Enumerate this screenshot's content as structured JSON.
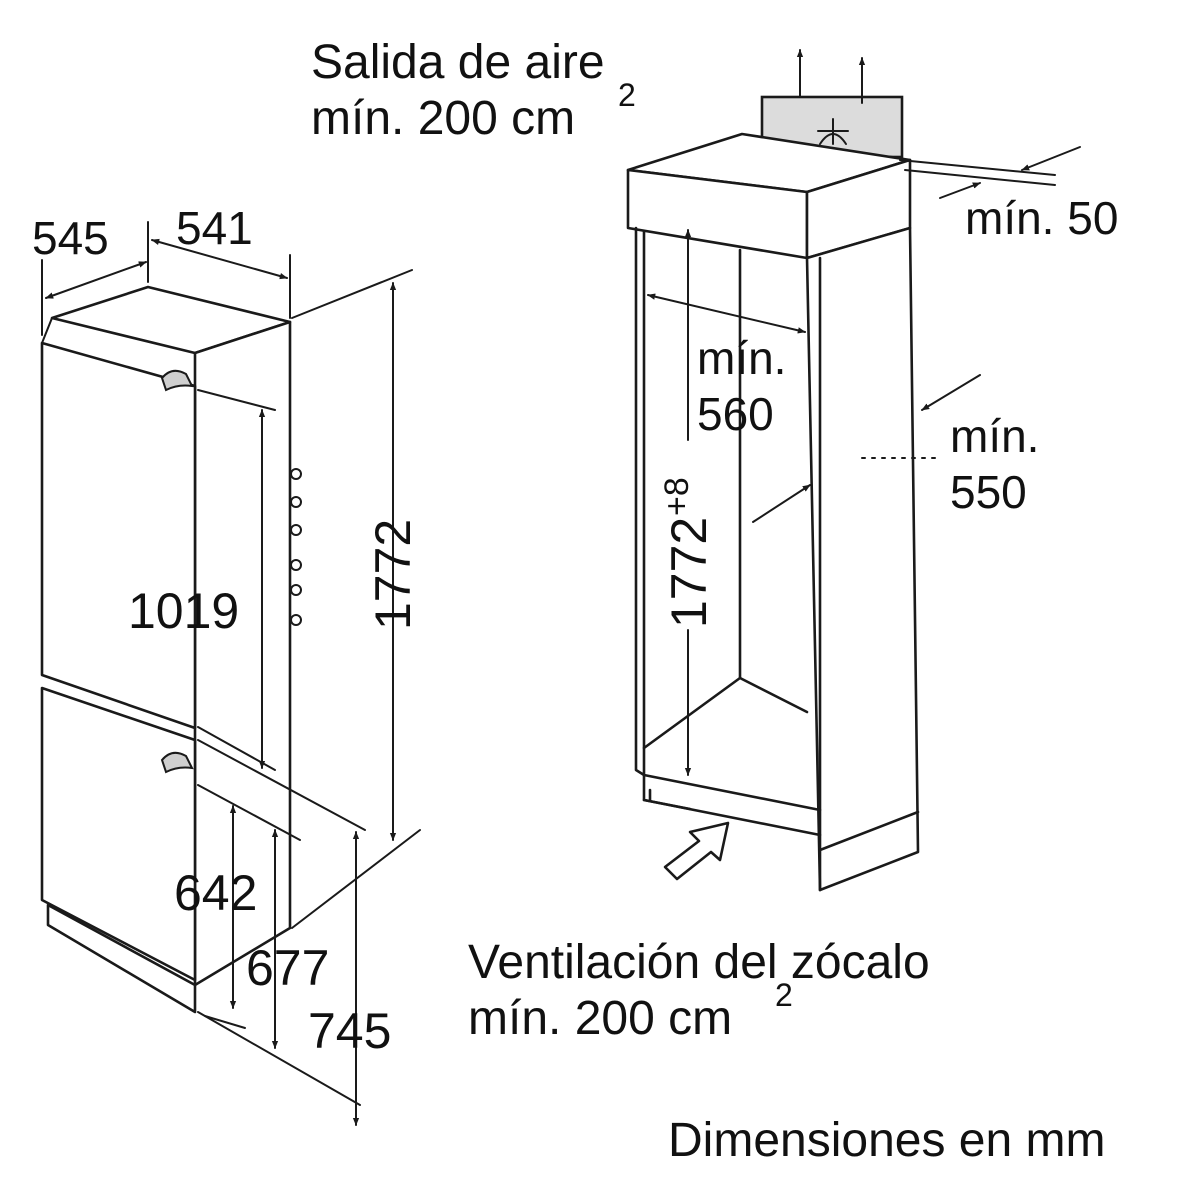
{
  "labels": {
    "air_outlet_line1": "Salida de aire",
    "air_outlet_line2": "mín. 200 cm",
    "air_outlet_sup": "2",
    "plinth_vent_line1": "Ventilación del zócalo",
    "plinth_vent_line2": "mín. 200 cm",
    "plinth_vent_sup": "2",
    "units_note": "Dimensiones en mm"
  },
  "appliance": {
    "depth": "545",
    "width": "541",
    "height": "1772",
    "upper_door": "1019",
    "lower_642": "642",
    "lower_677": "677",
    "lower_745": "745"
  },
  "niche": {
    "gap_top": "mín. 50",
    "width_line1": "mín.",
    "width_line2": "560",
    "depth_line1": "mín.",
    "depth_line2": "550",
    "height_main": "1772",
    "height_tol": "+8"
  },
  "colors": {
    "line": "#1a1a1a",
    "vent_panel": "#dcdcdc",
    "handle": "#cfcfcf",
    "background": "#ffffff"
  }
}
